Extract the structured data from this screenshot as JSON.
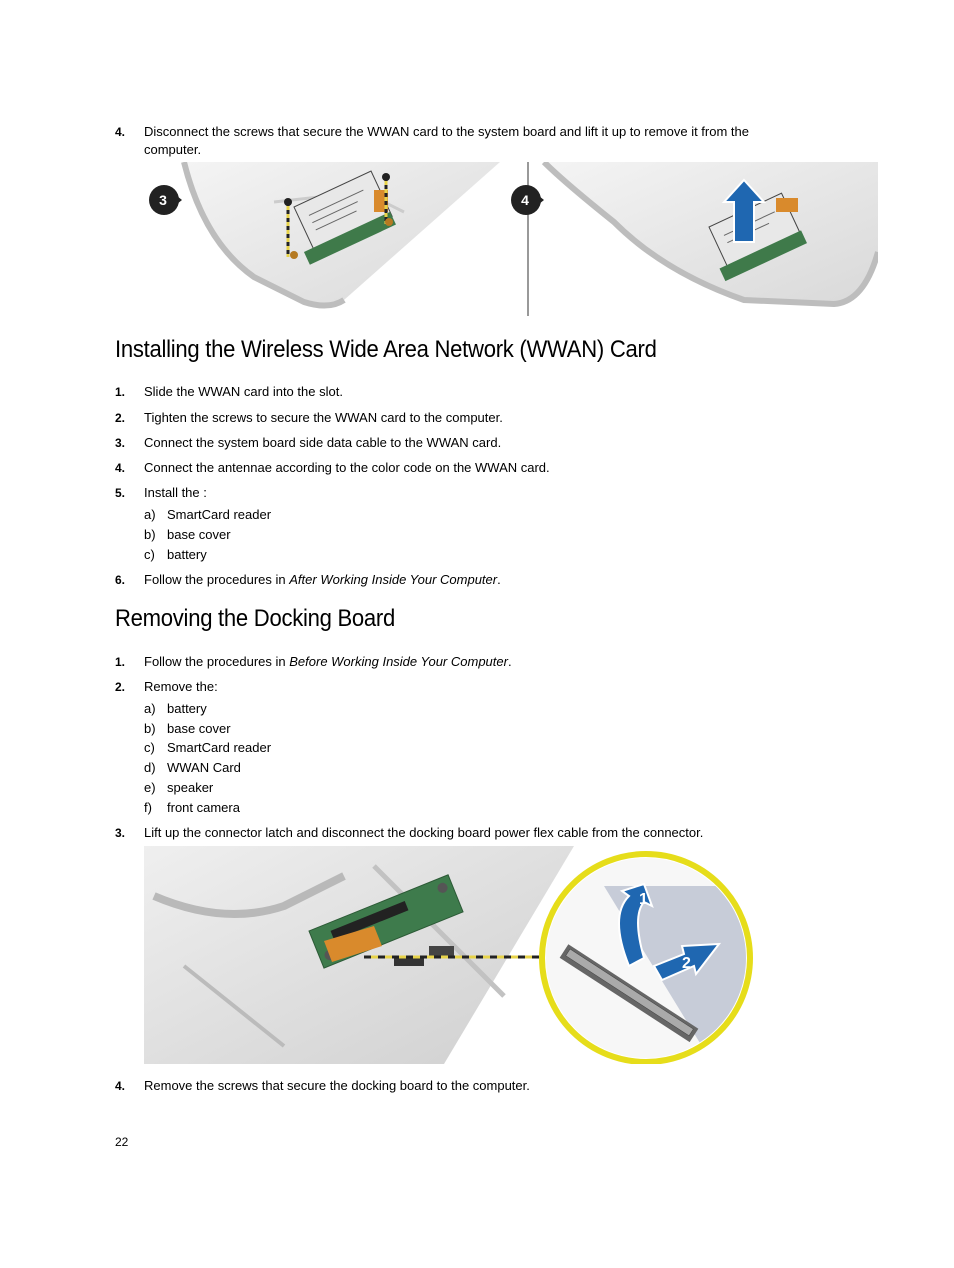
{
  "top_step": {
    "number": "4.",
    "text": "Disconnect the screws that secure the WWAN card to the system board and lift it up to remove it from the computer."
  },
  "figure_top": {
    "panel_left_label": "3",
    "panel_right_label": "4"
  },
  "section_install": {
    "heading": "Installing the Wireless Wide Area Network (WWAN) Card",
    "steps": [
      {
        "number": "1.",
        "text": "Slide the WWAN card into the slot."
      },
      {
        "number": "2.",
        "text": "Tighten the screws to secure the WWAN card to the computer."
      },
      {
        "number": "3.",
        "text": "Connect the system board side data cable to the WWAN card."
      },
      {
        "number": "4.",
        "text": "Connect the antennae according to the color code on the WWAN card."
      },
      {
        "number": "5.",
        "text": "Install the :"
      }
    ],
    "install_items": [
      {
        "letter": "a)",
        "text": "SmartCard reader"
      },
      {
        "letter": "b)",
        "text": "base cover"
      },
      {
        "letter": "c)",
        "text": "battery"
      }
    ],
    "step6": {
      "number": "6.",
      "text": "Follow the procedures in ",
      "ref": "After Working Inside Your Computer",
      "end": "."
    }
  },
  "section_remove": {
    "heading": "Removing the Docking Board",
    "step1": {
      "number": "1.",
      "text": "Follow the procedures in ",
      "ref": "Before Working Inside Your Computer",
      "end": "."
    },
    "step2": {
      "number": "2.",
      "text": "Remove the:"
    },
    "remove_items": [
      {
        "letter": "a)",
        "text": "battery"
      },
      {
        "letter": "b)",
        "text": "base cover"
      },
      {
        "letter": "c)",
        "text": "SmartCard reader"
      },
      {
        "letter": "d)",
        "text": "WWAN Card"
      },
      {
        "letter": "e)",
        "text": "speaker"
      },
      {
        "letter": "f)",
        "text": "front camera"
      }
    ],
    "step3": {
      "number": "3.",
      "text": "Lift up the connector latch and disconnect the docking board power flex cable from the connector."
    },
    "figure_labels": [
      "1",
      "2"
    ],
    "step4": {
      "number": "4.",
      "text": "Remove the screws that secure the docking board to the computer."
    }
  },
  "page_number": "22"
}
